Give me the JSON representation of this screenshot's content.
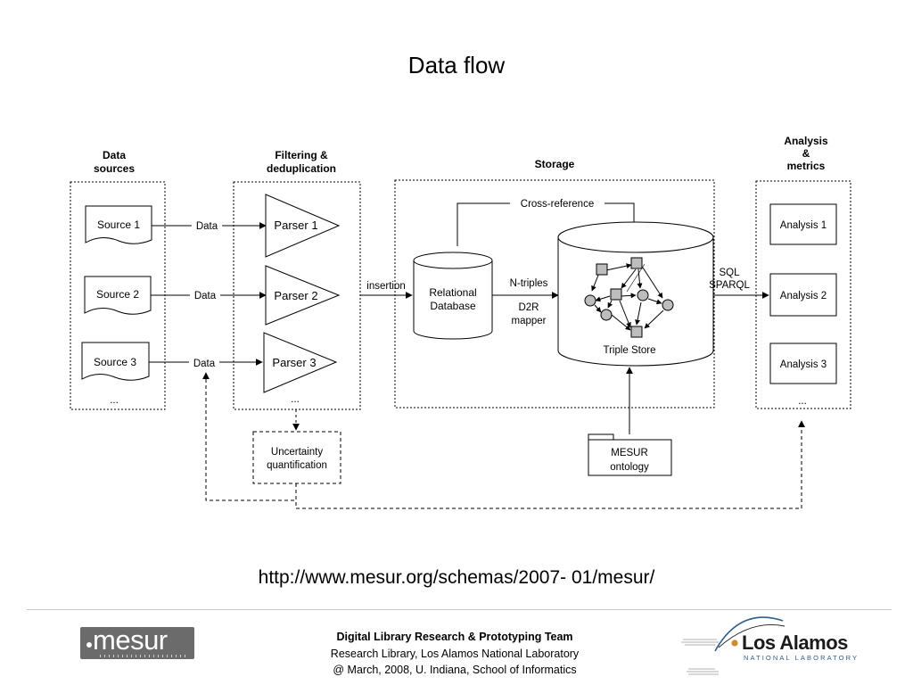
{
  "title": "Data flow",
  "columns": {
    "sources": "Data\nsources",
    "filtering": "Filtering &\ndeduplication",
    "storage": "Storage",
    "analysis": "Analysis\n&\nmetrics"
  },
  "sources": [
    "Source 1",
    "Source 2",
    "Source 3"
  ],
  "parsers": [
    "Parser 1",
    "Parser 2",
    "Parser 3"
  ],
  "analyses": [
    "Analysis 1",
    "Analysis 2",
    "Analysis 3"
  ],
  "ellipsis": "...",
  "edge_labels": {
    "data": "Data",
    "insertion": "insertion",
    "ntriples": "N-triples",
    "d2r": "D2R\nmapper",
    "query": "SQL\nSPARQL",
    "cross_reference": "Cross-reference"
  },
  "nodes": {
    "relational_db": "Relational\nDatabase",
    "triple_store": "Triple Store",
    "ontology": "MESUR\nontology",
    "uncertainty": "Uncertainty\nquantification"
  },
  "url": "http://www.mesur.org/schemas/2007- 01/mesur/",
  "footer": {
    "team": "Digital Library Research & Prototyping Team",
    "library": "Research Library, Los Alamos National Laboratory",
    "date": "@ March, 2008, U. Indiana, School of Informatics"
  },
  "logos": {
    "mesur": "mesur",
    "lanl": "Los Alamos",
    "lanl_sub": "NATIONAL LABORATORY"
  },
  "colors": {
    "graph_node": "#bdbdbd",
    "logo_gray": "#6b6b6b",
    "lanl_blue": "#2f5d8a"
  }
}
